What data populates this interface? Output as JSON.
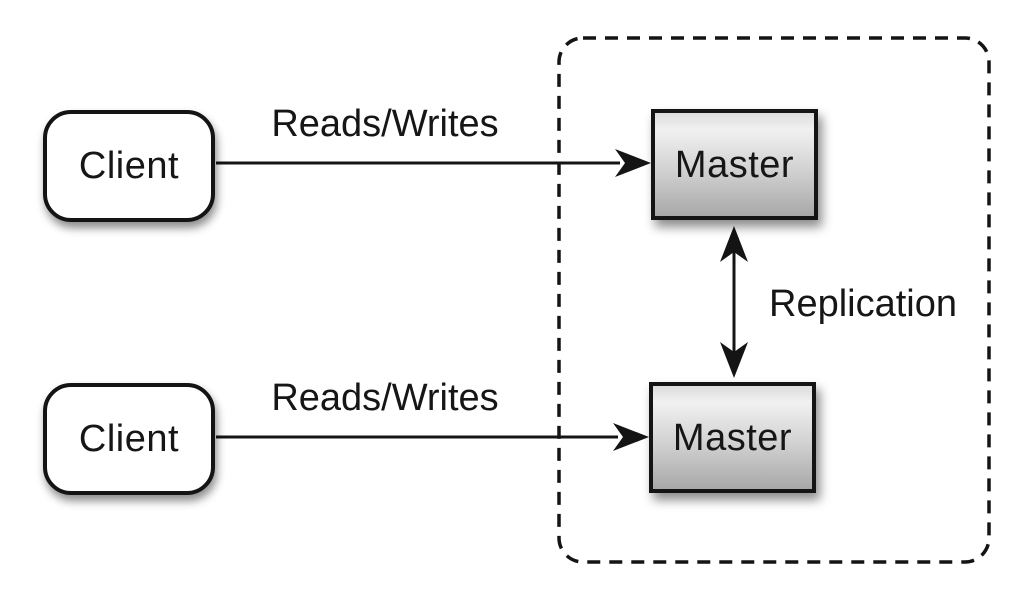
{
  "diagram": {
    "type": "architecture-diagram",
    "nodes": {
      "client_top": {
        "label": "Client"
      },
      "client_bottom": {
        "label": "Client"
      },
      "master_top": {
        "label": "Master"
      },
      "master_bottom": {
        "label": "Master"
      }
    },
    "edges": {
      "reads_writes_top": {
        "label": "Reads/Writes",
        "from": "client_top",
        "to": "master_top",
        "direction": "right"
      },
      "reads_writes_bottom": {
        "label": "Reads/Writes",
        "from": "client_bottom",
        "to": "master_bottom",
        "direction": "right"
      },
      "replication": {
        "label": "Replication",
        "from": "master_top",
        "to": "master_bottom",
        "direction": "both"
      }
    },
    "groups": {
      "master_cluster": {
        "border_style": "dashed",
        "contains": "master_top, master_bottom"
      }
    },
    "colors": {
      "background": "#ffffff",
      "stroke": "#141414",
      "client_fill": "#ffffff",
      "master_gradient_top": "#f1f1f1",
      "master_gradient_bottom": "#a8a8a8"
    }
  }
}
